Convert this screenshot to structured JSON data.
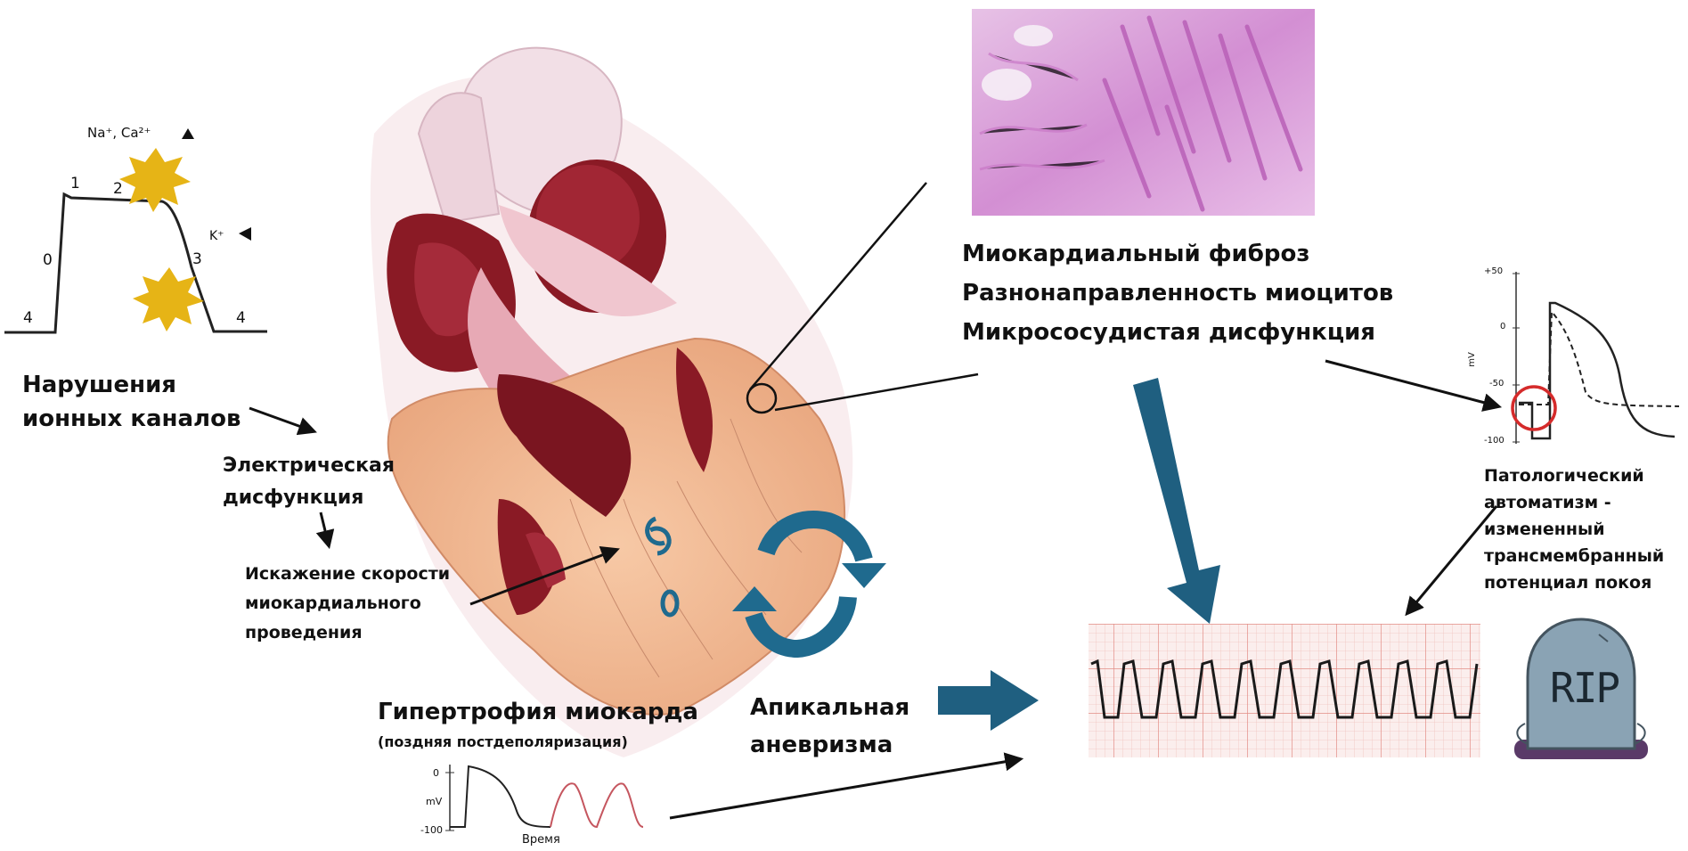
{
  "ion_panel": {
    "ions_top": "Na⁺, Ca²⁺",
    "ion_k": "K⁺",
    "phase_labels": [
      "0",
      "1",
      "2",
      "3",
      "4",
      "4"
    ],
    "title": "Нарушения\nионных каналов"
  },
  "electrical": {
    "title": "Электрическая\nдисфункция"
  },
  "conduction": {
    "title": "Искажение скорости\nмиокардиального\nпроведения"
  },
  "hypertrophy": {
    "title": "Гипертрофия миокарда",
    "subtitle": "(поздняя постдеполяризация)",
    "y_ticks": [
      "0",
      "mV",
      "-100"
    ],
    "x_label": "Время"
  },
  "aneurysm": {
    "title": "Апикальная\nаневризма"
  },
  "fibrosis": {
    "lines": [
      "Миокардиальный фиброз",
      "Разнонаправленность миоцитов",
      "Микрососудистая дисфункция"
    ]
  },
  "ap_chart": {
    "y_ticks": [
      "+50",
      "0",
      "-50",
      "-100"
    ],
    "y_label": "mV"
  },
  "automatism": {
    "text": "Патологический\nавтоматизм -\nизмененный\nтрансмембранный\nпотенциал покоя"
  },
  "tombstone": {
    "text": "RIP"
  },
  "colors": {
    "arrow_blue": "#1f5f80",
    "star_yellow": "#e6b416",
    "muscle_red": "#8a1a25",
    "myocardium": "#f2b48c",
    "ecg_grid": "#e9a9a3",
    "histology": "#d99ad6",
    "tombstone": "#8aa3b4"
  }
}
